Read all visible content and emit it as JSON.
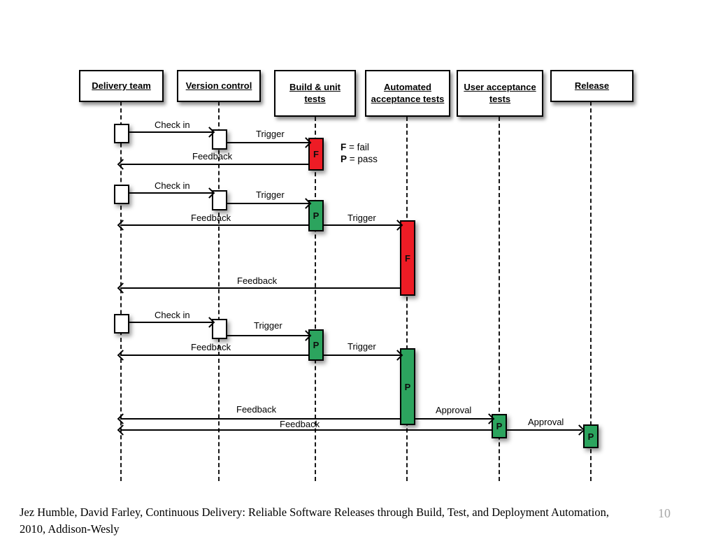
{
  "diagram": {
    "lanes": [
      {
        "id": "delivery-team",
        "label": "Delivery team"
      },
      {
        "id": "version-control",
        "label": "Version control"
      },
      {
        "id": "build-unit-tests",
        "label": "Build & unit tests"
      },
      {
        "id": "automated-acceptance-tests",
        "label": "Automated acceptance tests"
      },
      {
        "id": "user-acceptance-tests",
        "label": "User acceptance tests"
      },
      {
        "id": "release",
        "label": "Release"
      }
    ],
    "markers": {
      "fail": "F",
      "pass": "P"
    },
    "colors": {
      "fail": "#ed1c25",
      "pass": "#2ca45e"
    },
    "legend": [
      {
        "letter": "F",
        "text": "= fail"
      },
      {
        "letter": "P",
        "text": "= pass"
      }
    ],
    "messages": [
      {
        "label": "Check in",
        "from": "Delivery team",
        "to": "Version control"
      },
      {
        "label": "Trigger",
        "from": "Version control",
        "to": "Build & unit tests"
      },
      {
        "label": "Feedback",
        "from": "Build & unit tests",
        "to": "Delivery team"
      },
      {
        "label": "Check in",
        "from": "Delivery team",
        "to": "Version control"
      },
      {
        "label": "Trigger",
        "from": "Version control",
        "to": "Build & unit tests"
      },
      {
        "label": "Feedback",
        "from": "Build & unit tests",
        "to": "Delivery team"
      },
      {
        "label": "Trigger",
        "from": "Build & unit tests",
        "to": "Automated acceptance tests"
      },
      {
        "label": "Feedback",
        "from": "Automated acceptance tests",
        "to": "Delivery team"
      },
      {
        "label": "Check in",
        "from": "Delivery team",
        "to": "Version control"
      },
      {
        "label": "Trigger",
        "from": "Version control",
        "to": "Build & unit tests"
      },
      {
        "label": "Feedback",
        "from": "Build & unit tests",
        "to": "Delivery team"
      },
      {
        "label": "Trigger",
        "from": "Build & unit tests",
        "to": "Automated acceptance tests"
      },
      {
        "label": "Feedback",
        "from": "Automated acceptance tests",
        "to": "Delivery team"
      },
      {
        "label": "Approval",
        "from": "Automated acceptance tests",
        "to": "User acceptance tests"
      },
      {
        "label": "Feedback",
        "from": "User acceptance tests",
        "to": "Delivery team"
      },
      {
        "label": "Approval",
        "from": "User acceptance tests",
        "to": "Release"
      }
    ]
  },
  "footer": {
    "citation_line1": "Jez Humble, David Farley, Continuous Delivery: Reliable Software Releases through Build, Test, and Deployment Automation,",
    "citation_line2": "2010, Addison-Wesly",
    "page_number": "10"
  }
}
